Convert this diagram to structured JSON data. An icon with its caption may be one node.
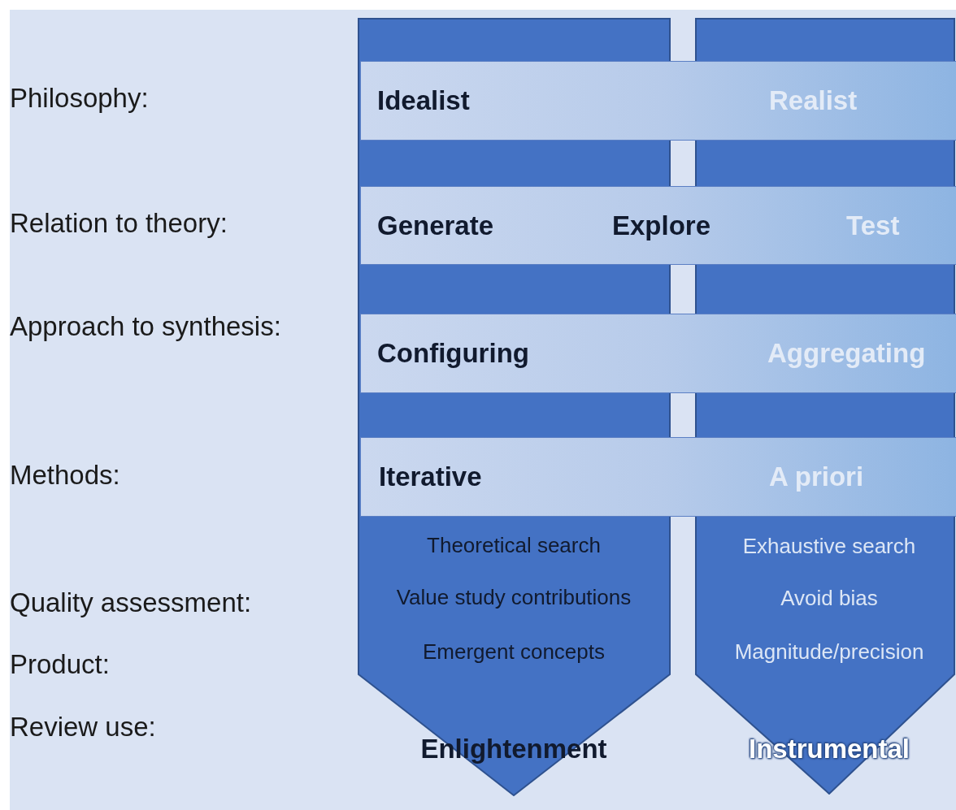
{
  "diagram": {
    "nodes": [
      {
        "text": [
          "Theoretical search",
          "Value study contributions",
          "Emergent concepts",
          "Enlightenment"
        ]
      },
      {
        "text": [
          "Exhaustive search",
          "Avoid bias",
          "Magnitude/precision",
          "Instrumental"
        ]
      },
      {
        "text": [
          "Idealist",
          "Realist"
        ]
      },
      {
        "text": [
          "Generate",
          "Explore",
          "Test"
        ]
      },
      {
        "text": [
          "Configuring",
          "Aggregating"
        ]
      },
      {
        "text": [
          "Iterative",
          "A priori"
        ]
      }
    ],
    "labels": [
      "Philosophy:",
      "Relation to theory:",
      "Approach to synthesis:",
      "Methods:",
      "Quality assessment:",
      "Product:",
      "Review use:"
    ]
  }
}
